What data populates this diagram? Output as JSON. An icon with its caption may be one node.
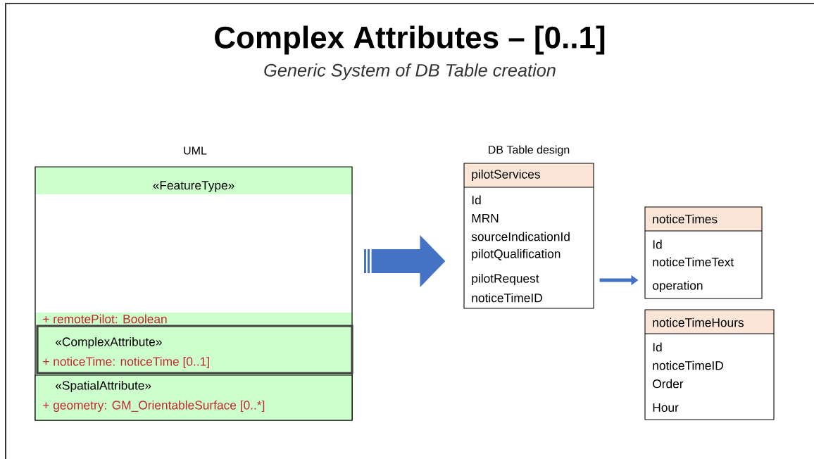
{
  "diagram": {
    "title": "Complex Attributes – [0..1]",
    "caption": "Generic System of DB Table creation",
    "nodes": [
      {
        "text": [
          "«FeatureType»",
          "+ remotePilot: Boolean"
        ]
      },
      {
        "text": [
          "«ComplexAttribute»",
          "+ noticeTime: noticeTime [0..1]"
        ],
        "in": 0
      },
      {
        "text": [
          "«SpatialAttribute»",
          "+ geometry: GM_OrientableSurface [0..*]"
        ],
        "in": 0
      },
      {
        "text": [
          "pilotServices",
          "Id",
          "MRN",
          "sourceIndicationId",
          "pilotQualification",
          "pilotRequest",
          "noticeTimeID"
        ]
      },
      {
        "text": [
          "noticeTimes",
          "Id",
          "noticeTimeText",
          "operation"
        ]
      },
      {
        "text": [
          "noticeTimeHours",
          "Id",
          "noticeTimeID",
          "Order",
          "Hour"
        ]
      }
    ],
    "edges": [
      {
        "from": 0,
        "to": 3,
        "arrow": "to",
        "style": "thick"
      },
      {
        "from": 3,
        "to": 4,
        "arrow": "to"
      }
    ],
    "labels": [
      "UML",
      "DB Table design"
    ]
  }
}
